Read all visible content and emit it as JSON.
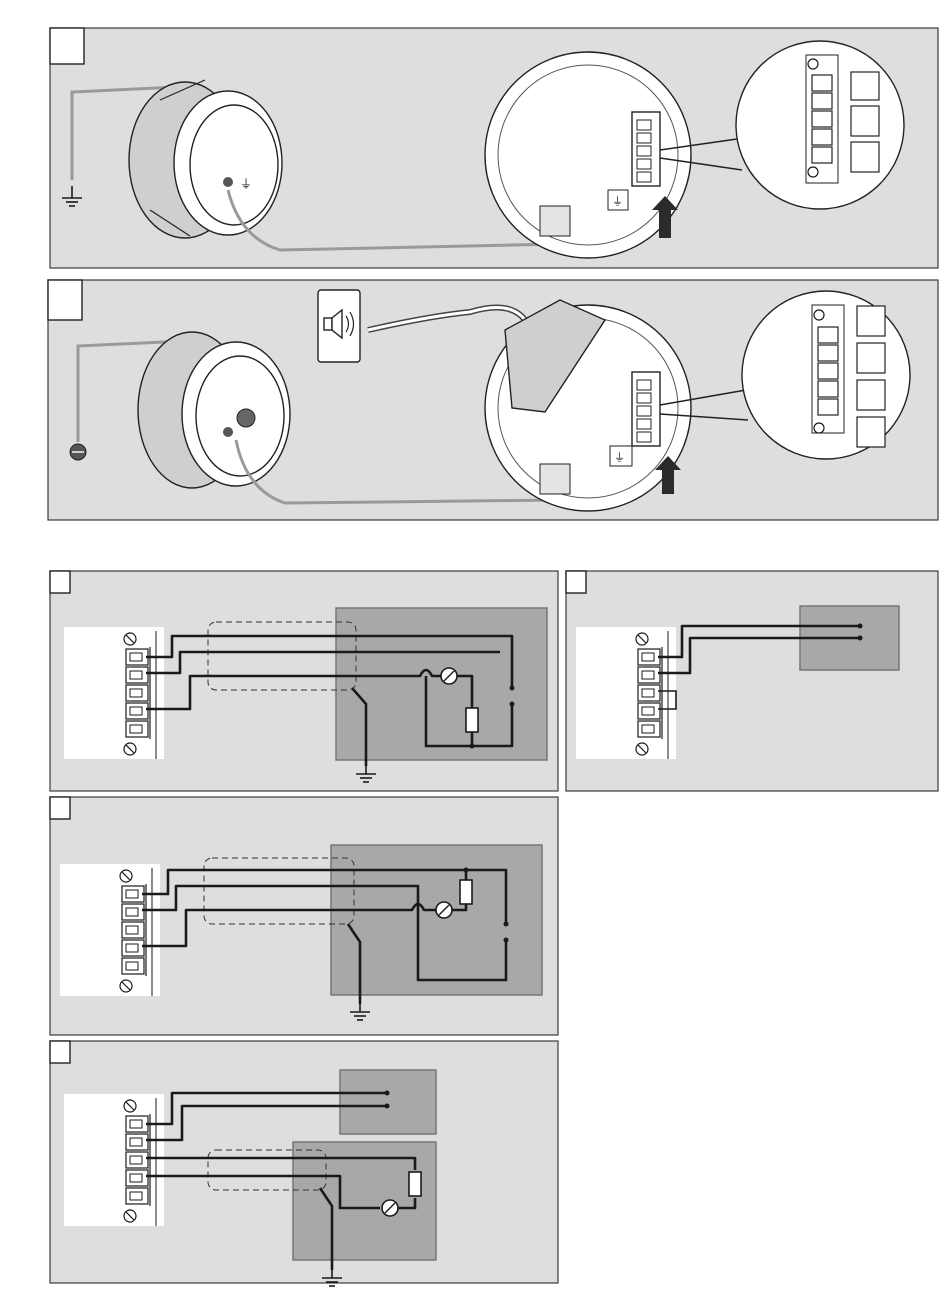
{
  "figure": {
    "panels": [
      {
        "id": "panel-1",
        "kind": "mounting-photo"
      },
      {
        "id": "panel-2",
        "kind": "mounting-photo-with-sounder"
      },
      {
        "id": "panel-3",
        "kind": "wiring-diagram"
      },
      {
        "id": "panel-4",
        "kind": "wiring-diagram"
      },
      {
        "id": "panel-5",
        "kind": "wiring-diagram"
      },
      {
        "id": "panel-6",
        "kind": "wiring-diagram"
      }
    ],
    "icons": [
      "ground-symbol-icon",
      "protective-earth-icon",
      "sounder-icon",
      "arrow-up-icon",
      "lamp-icon",
      "resistor-icon",
      "switch-contact-icon"
    ],
    "colors": {
      "panel_bg": "#dedede",
      "device_box": "#a8a8a8",
      "wire": "#1a1a1a",
      "cable": "#9a9a9a"
    }
  }
}
